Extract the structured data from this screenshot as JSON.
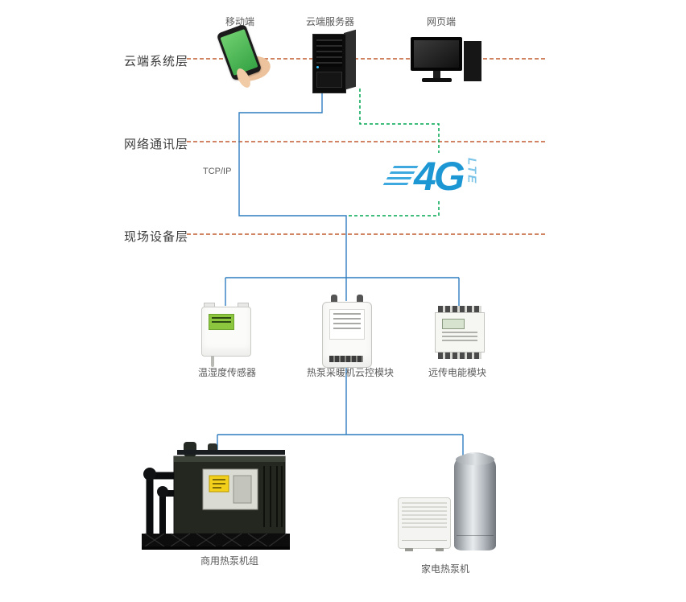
{
  "layers": {
    "cloud": "云端系统层",
    "network": "网络通讯层",
    "field": "现场设备层"
  },
  "cloud_row": {
    "mobile": "移动端",
    "server": "云端服务器",
    "web": "网页端"
  },
  "network_row": {
    "tcpip": "TCP/IP",
    "logo_4g": "4G",
    "logo_lte": "LTE"
  },
  "field_row": {
    "sensor": "温湿度传感器",
    "controller": "热泵采暖机云控模块",
    "meter": "远传电能模块"
  },
  "equipment_row": {
    "commercial": "商用热泵机组",
    "home": "家电热泵机"
  },
  "colors": {
    "layer_dash_orange": "#c25b2e",
    "wire_blue": "#2f7dc0",
    "wire_green_dashed": "#00a651",
    "logo_blue": "#1d97d4",
    "phone_screen_green": "#43b14b",
    "sensor_lcd_green": "#8cc63e"
  }
}
